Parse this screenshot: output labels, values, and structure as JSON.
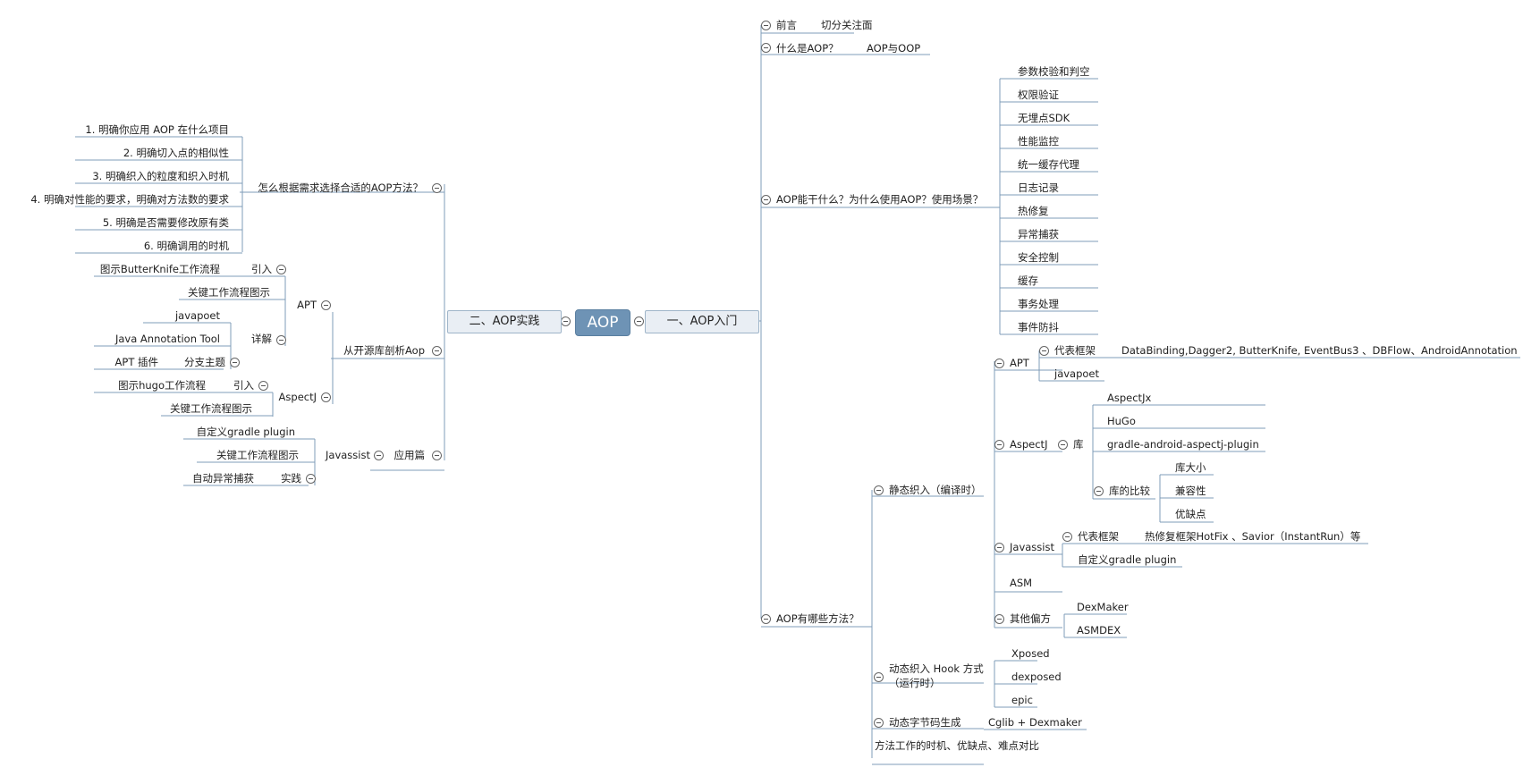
{
  "root": "AOP",
  "main_left": "二、AOP实践",
  "main_right": "一、AOP入门",
  "right": {
    "preface": "前言",
    "preface_note": "切分关注面",
    "what": "什么是AOP？",
    "what_note": "AOP与OOP",
    "why": "AOP能干什么？为什么使用AOP？使用场景？",
    "scenarios": [
      "参数校验和判空",
      "权限验证",
      "无埋点SDK",
      "性能监控",
      "统一缓存代理",
      "日志记录",
      "热修复",
      "异常捕获",
      "安全控制",
      "缓存",
      "事务处理",
      "事件防抖"
    ],
    "methods": "AOP有哪些方法？",
    "static_weave": "静态织入（编译时）",
    "apt": "APT",
    "apt_rep": "代表框架",
    "apt_rep_note": "DataBinding,Dagger2, ButterKnife, EventBus3 、DBFlow、AndroidAnnotation",
    "apt_javapoet": "javapoet",
    "aspectj": "AspectJ",
    "aspectj_lib": "库",
    "aspectj_libs": [
      "AspectJx",
      "HuGo",
      "gradle-android-aspectj-plugin"
    ],
    "lib_compare": "库的比较",
    "lib_compare_items": [
      "库大小",
      "兼容性",
      "优缺点"
    ],
    "javassist": "Javassist",
    "javassist_rep": "代表框架",
    "javassist_rep_note": "热修复框架HotFix 、Savior（InstantRun）等",
    "javassist_gradle": "自定义gradle plugin",
    "asm": "ASM",
    "other": "其他偏方",
    "other_items": [
      "DexMaker",
      "ASMDEX"
    ],
    "dynamic_hook_1": "动态织入 Hook 方式",
    "dynamic_hook_2": "（运行时）",
    "hook_items": [
      "Xposed",
      "dexposed",
      "epic"
    ],
    "dyn_bytecode": "动态字节码生成",
    "dyn_bytecode_note": "Cglib + Dexmaker",
    "method_compare": "方法工作的时机、优缺点、难点对比"
  },
  "left": {
    "choose": "怎么根据需求选择合适的AOP方法？",
    "choose_items": [
      "1. 明确你应用 AOP 在什么项目",
      "2. 明确切入点的相似性",
      "3. 明确织入的粒度和织入时机",
      "4. 明确对性能的要求，明确对方法数的要求",
      "5. 明确是否需要修改原有类",
      "6. 明确调用的时机"
    ],
    "opensource": "从开源库剖析Aop",
    "apt": "APT",
    "apt_intro": "引入",
    "apt_intro_note": "图示ButterKnife工作流程",
    "apt_flow": "关键工作流程图示",
    "apt_detail": "详解",
    "apt_detail_items": [
      "javapoet",
      "Java Annotation Tool"
    ],
    "apt_branch": "分支主题",
    "apt_branch_note": "APT 插件",
    "aspectj": "AspectJ",
    "aspectj_intro": "引入",
    "aspectj_intro_note": "图示hugo工作流程",
    "aspectj_flow": "关键工作流程图示",
    "application": "应用篇",
    "javassist": "Javassist",
    "javassist_items": [
      "自定义gradle plugin",
      "关键工作流程图示"
    ],
    "practice": "实践",
    "practice_note": "自动异常捕获"
  }
}
